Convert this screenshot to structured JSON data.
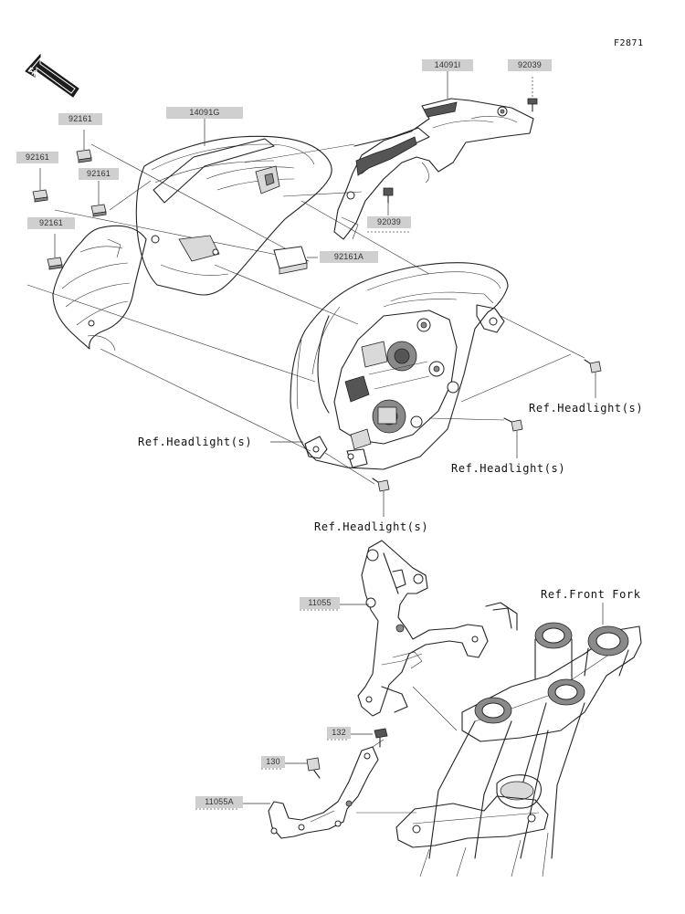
{
  "diagram_code": "F2871",
  "front_arrow_label": "FRONT",
  "part_numbers": {
    "p14091I": "14091I",
    "p92039_top": "92039",
    "p92161_a": "92161",
    "p14091G": "14091G",
    "p92161_b": "92161",
    "p92161_c": "92161",
    "p92039_mid": "92039",
    "p92161_d": "92161",
    "p92161A": "92161A",
    "p11055": "11055",
    "p132": "132",
    "p130": "130",
    "p11055A": "11055A"
  },
  "references": {
    "headlight_right": "Ref.Headlight(s)",
    "headlight_left": "Ref.Headlight(s)",
    "headlight_mid": "Ref.Headlight(s)",
    "headlight_bottom": "Ref.Headlight(s)",
    "front_fork": "Ref.Front Fork"
  },
  "colors": {
    "label_background": "#cfcfcf",
    "line": "#222222"
  }
}
